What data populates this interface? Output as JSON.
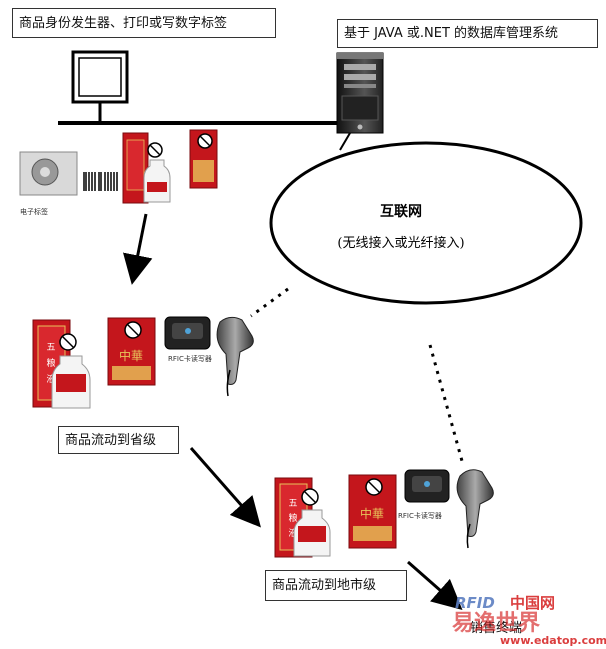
{
  "labels": {
    "generator": "商品身份发生器、打印或写数字标签",
    "database": "基于 JAVA 或.NET 的数据库管理系统",
    "internet_title": "互联网",
    "internet_sub": "(无线接入或光纤接入)",
    "etag": "电子标签",
    "reader1": "RFIC卡读写器",
    "reader2": "RFIC卡读写器",
    "province": "商品流动到省级",
    "city": "商品流动到地市级",
    "terminal": "销售终端"
  },
  "watermark": {
    "brand_en": "RFID",
    "brand_cn": "中国网",
    "line2": "易逸世界",
    "url": "www.edatop.com"
  },
  "colors": {
    "box_red": "#c4161c",
    "box_dark_red": "#8e0d12",
    "gold": "#e8c35a",
    "watermark_red": "#d72a2a",
    "watermark_blue": "#5d7fc2"
  },
  "icons": [
    "monitor-icon",
    "server-tower-icon",
    "rfid-reader-icon",
    "barcode-scanner-icon",
    "barcode-icon",
    "tag-roll-icon",
    "wine-box-icon",
    "cigarette-box-icon",
    "wine-bottle-icon"
  ]
}
